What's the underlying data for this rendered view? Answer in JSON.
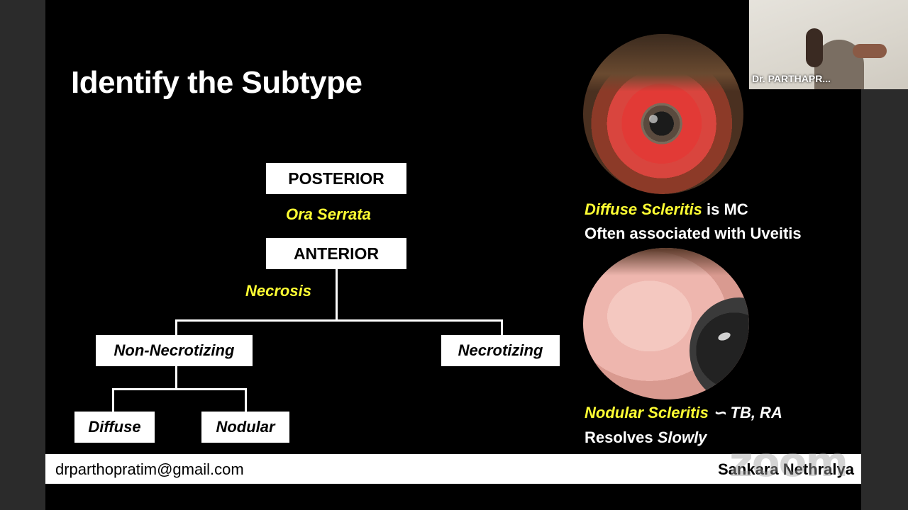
{
  "slide": {
    "title": "Identify the Subtype",
    "diagram": {
      "posterior": "POSTERIOR",
      "ora_serrata": "Ora Serrata",
      "anterior": "ANTERIOR",
      "necrosis": "Necrosis",
      "non_necrotizing": "Non-Necrotizing",
      "necrotizing": "Necrotizing",
      "diffuse": "Diffuse",
      "nodular": "Nodular"
    },
    "captions": {
      "diffuse_highlight": "Diffuse Scleritis",
      "diffuse_suffix": " is MC",
      "diffuse_line2": "Often associated with Uveitis",
      "nodular_highlight": "Nodular Scleritis",
      "nodular_suffix": " ∽ TB, RA",
      "nodular_line2_prefix": "Resolves ",
      "nodular_line2_emph": "Slowly"
    },
    "footer": {
      "email": "drparthopratim@gmail.com",
      "org": "Sankara Nethralya"
    }
  },
  "overlay": {
    "watermark": "zoom",
    "participant_name": "Dr. PARTHAPR..."
  },
  "colors": {
    "highlight": "#ffff33",
    "slide_bg": "#000000",
    "frame_bg": "#2b2b2b"
  },
  "icons": [
    "eye-photo-diffuse",
    "eye-photo-nodular",
    "participant-video"
  ]
}
